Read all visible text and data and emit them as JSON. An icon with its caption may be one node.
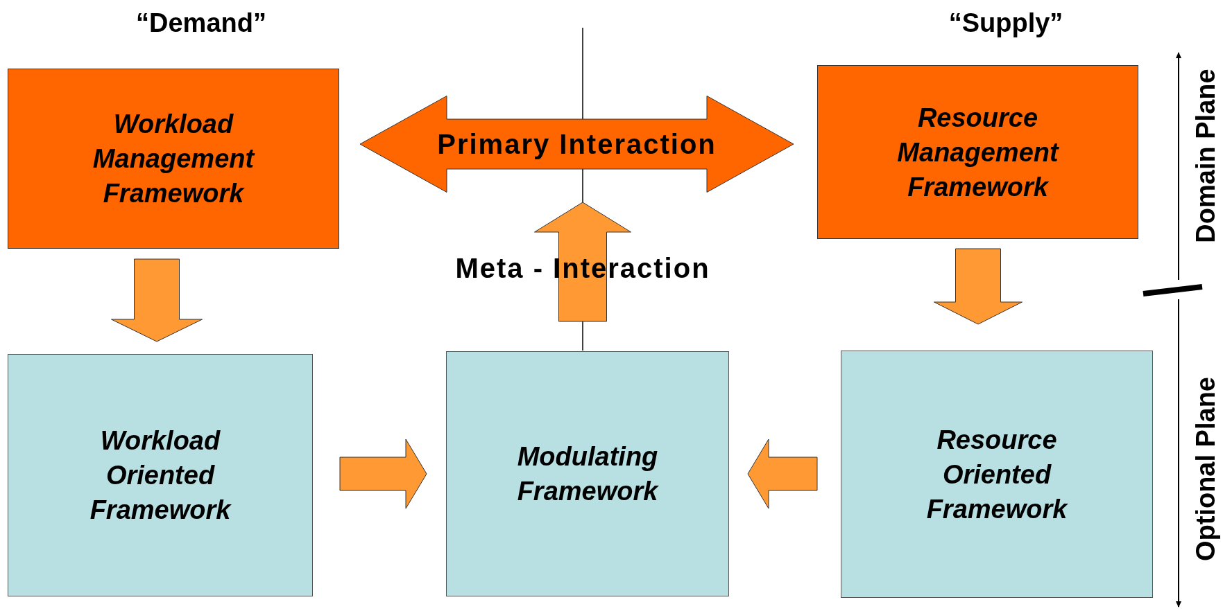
{
  "diagram": {
    "nodes": [
      {
        "text": [
          "Workload Management Framework"
        ]
      },
      {
        "text": [
          "Resource Management Framework"
        ]
      },
      {
        "text": [
          "Workload Oriented Framework"
        ]
      },
      {
        "text": [
          "Modulating Framework"
        ]
      },
      {
        "text": [
          "Resource Oriented Framework"
        ]
      }
    ],
    "edges": [
      {
        "from": 0,
        "to": 1,
        "arrow": "both",
        "label": "Primary Interaction",
        "color": "#ff6600"
      },
      {
        "from": 0,
        "to": 2,
        "arrow": "to"
      },
      {
        "from": 1,
        "to": 4,
        "arrow": "to"
      },
      {
        "from": 2,
        "to": 3,
        "arrow": "to"
      },
      {
        "from": 4,
        "to": 3,
        "arrow": "to"
      },
      {
        "from": 3,
        "to": null,
        "arrow": "to",
        "label": "Meta - Interaction"
      }
    ],
    "labels": [
      "“Demand”",
      "“Supply”",
      "Domain Plane",
      "Optional Plane"
    ]
  }
}
